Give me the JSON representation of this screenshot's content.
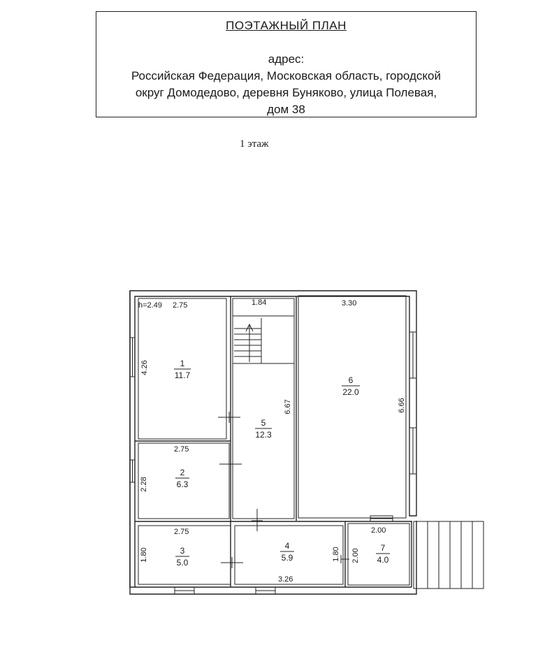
{
  "header": {
    "title": "ПОЭТАЖНЫЙ ПЛАН",
    "address_label": "адрес:",
    "address_line1": "Российская Федерация, Московская область, городской",
    "address_line2": "округ Домодедово, деревня Буняково, улица Полевая,",
    "address_line3": "дом 38"
  },
  "floor_label": "1 этаж",
  "height_label": "h=2.49",
  "rooms": [
    {
      "number": "1",
      "area": "11.7"
    },
    {
      "number": "2",
      "area": "6.3"
    },
    {
      "number": "3",
      "area": "5.0"
    },
    {
      "number": "4",
      "area": "5.9"
    },
    {
      "number": "5",
      "area": "12.3"
    },
    {
      "number": "6",
      "area": "22.0"
    },
    {
      "number": "7",
      "area": "4.0"
    }
  ],
  "dimensions": {
    "r1_width": "2.75",
    "r1_height": "4.26",
    "stair_width": "1.84",
    "r6_width": "3.30",
    "r5_height": "6.67",
    "r6_height": "6.66",
    "r2_width": "2.75",
    "r2_height": "2.28",
    "r3_width": "2.75",
    "r3_height": "1.80",
    "r4_height": "1.80",
    "r4_width": "3.26",
    "r7_width": "2.00",
    "r7_height": "2.00"
  }
}
